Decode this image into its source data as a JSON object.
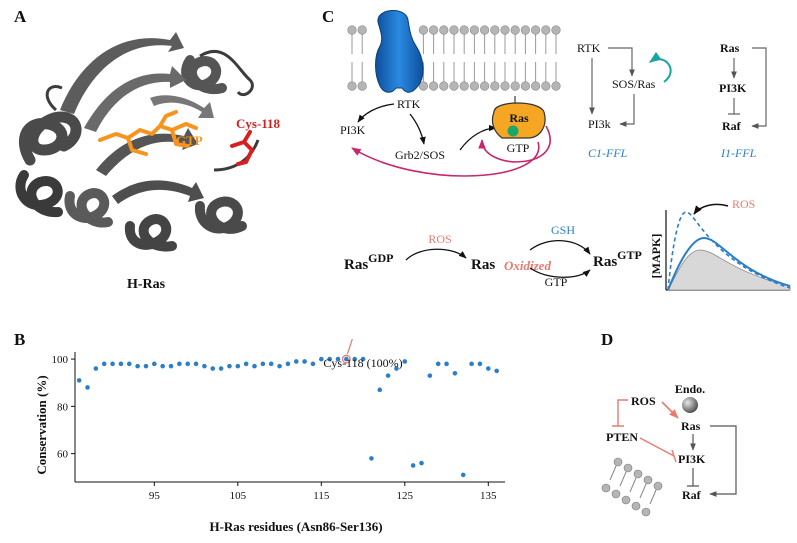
{
  "panels": {
    "a": {
      "letter": "A",
      "protein_label": "H-Ras",
      "gtp_label": "GTP",
      "cys_label": "Cys-118"
    },
    "b": {
      "letter": "B"
    },
    "c": {
      "letter": "C",
      "membrane": {
        "rtk": "RTK",
        "pi3k": "PI3K",
        "grb2_sos": "Grb2/SOS",
        "ras": "Ras",
        "gtp": "GTP"
      },
      "c1_ffl": {
        "rtk": "RTK",
        "sos_ras": "SOS/Ras",
        "pi3k": "PI3k",
        "name": "C1-FFL"
      },
      "i1_ffl": {
        "ras": "Ras",
        "pi3k": "PI3K",
        "raf": "Raf",
        "name": "I1-FFL"
      },
      "reaction": {
        "ras": "Ras",
        "gdp_sup": "GDP",
        "ros": "ROS",
        "oxidized": "Oxidized",
        "gsh": "GSH",
        "gtp_sup": "GTP",
        "gtp_below": "GTP"
      },
      "mapk": {
        "ylabel": "[MAPK]",
        "ros": "ROS"
      }
    },
    "d": {
      "letter": "D",
      "ros": "ROS",
      "endo": "Endo.",
      "ras": "Ras",
      "pten": "PTEN",
      "pi3k": "PI3K",
      "raf": "Raf"
    }
  },
  "colors": {
    "teal": "#1aa5a0",
    "magenta": "#c8266e",
    "salmon": "#e87a70",
    "blue": "#2a7fc8",
    "orange": "#f7941d",
    "red": "#d62020",
    "ras_orange": "#f5a623",
    "gray": "#777777"
  },
  "chart_data": {
    "type": "scatter",
    "title": "",
    "xlabel": "H-Ras residues (Asn86-Ser136)",
    "ylabel": "Conservation (%)",
    "xlim": [
      85.5,
      137
    ],
    "ylim": [
      48,
      103
    ],
    "xticks": [
      95,
      105,
      115,
      125,
      135
    ],
    "yticks": [
      60,
      80,
      100
    ],
    "annotation": {
      "text": "Cys-118 (100%)",
      "x": 118,
      "y": 100
    },
    "series": [
      {
        "x": [
          86,
          87,
          88,
          89,
          90,
          91,
          92,
          93,
          94,
          95,
          96,
          97,
          98,
          99,
          100,
          101,
          102,
          103,
          104,
          105,
          106,
          107,
          108,
          109,
          110,
          111,
          112,
          113,
          114,
          115,
          116,
          117,
          118,
          119,
          120,
          121,
          122,
          123,
          124,
          125,
          126,
          127,
          128,
          129,
          130,
          131,
          132,
          133,
          134,
          135,
          136
        ],
        "y": [
          91,
          88,
          96,
          98,
          98,
          98,
          98,
          97,
          97,
          98,
          97,
          97,
          98,
          98,
          98,
          97,
          96,
          96,
          97,
          97,
          98,
          97,
          98,
          98,
          97,
          98,
          99,
          99,
          98,
          100,
          100,
          100,
          100,
          100,
          100,
          58,
          87,
          93,
          96,
          99,
          55,
          56,
          93,
          98,
          98,
          94,
          51,
          98,
          98,
          96,
          95
        ]
      }
    ]
  }
}
